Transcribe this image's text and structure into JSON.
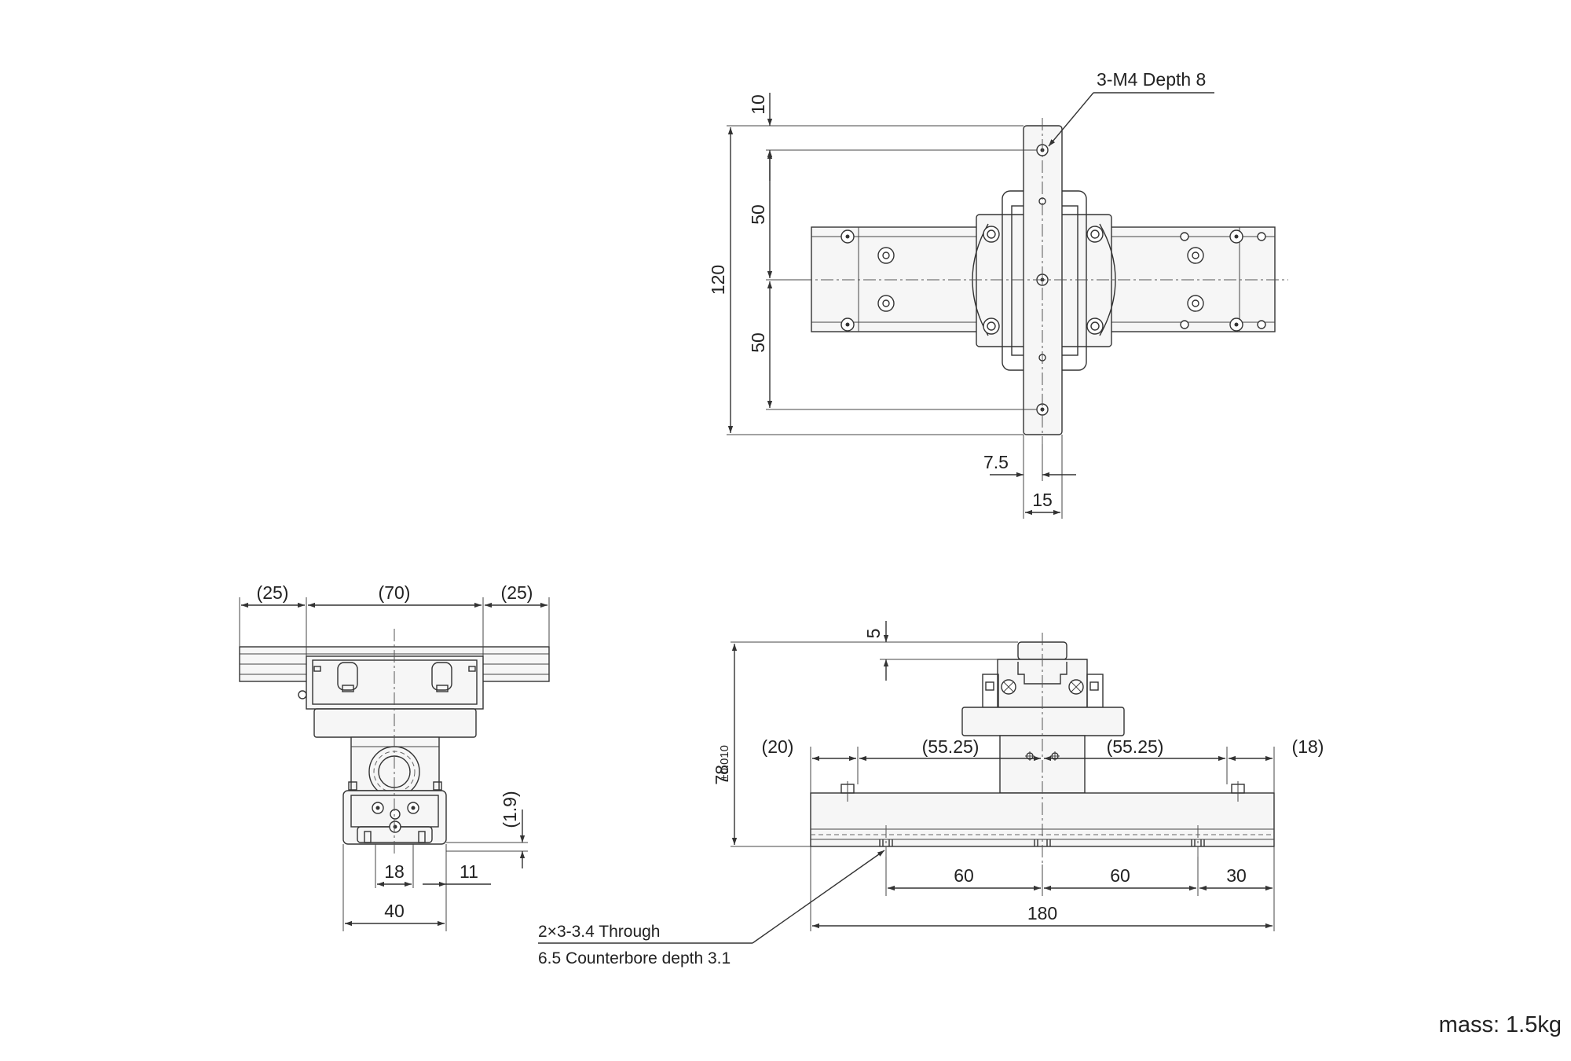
{
  "top_view": {
    "callout": "3-M4 Depth 8",
    "dims": {
      "d10": "10",
      "d50_upper": "50",
      "d50_lower": "50",
      "d120": "120",
      "d7_5": "7.5",
      "d15": "15"
    }
  },
  "side_view": {
    "dims": {
      "left_25": "(25)",
      "mid_70": "(70)",
      "right_25": "(25)",
      "d1_9": "(1.9)",
      "d18": "18",
      "d11": "11",
      "d40": "40"
    }
  },
  "front_view": {
    "dims": {
      "d5": "5",
      "d78": "78",
      "d78_tol": "±0.010",
      "d20": "(20)",
      "d55_25_left": "(55.25)",
      "d55_25_right": "(55.25)",
      "d18": "(18)",
      "d60_left": "60",
      "d60_right": "60",
      "d30": "30",
      "d180": "180"
    },
    "note_line1": "2×3-3.4 Through",
    "note_line2": "6.5 Counterbore depth 3.1"
  },
  "mass": "mass: 1.5kg"
}
